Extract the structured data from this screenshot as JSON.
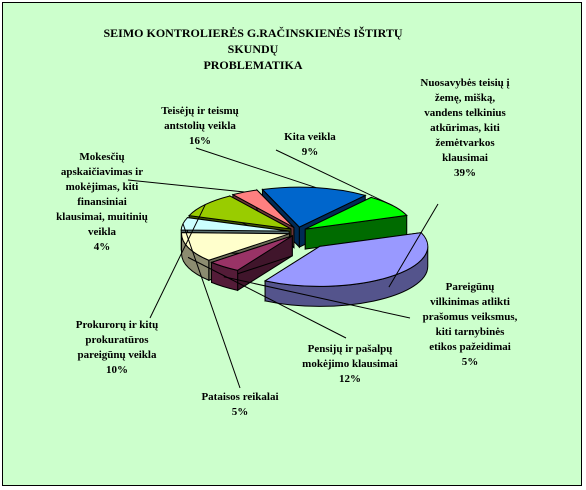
{
  "chart_data": {
    "type": "pie",
    "title_lines": [
      "SEIMO KONTROLIERĖS G.RAČINSKIENĖS IŠTIRTŲ SKUNDŲ",
      "PROBLEMATIKA"
    ],
    "slices": [
      {
        "label_lines": [
          "Nuosavybės teisių į",
          "žemę, mišką,",
          "vandens telkinius",
          "atkūrimas, kiti",
          "žemėtvarkos",
          "klausimai"
        ],
        "value": 39,
        "value_label": "39%",
        "color": "#9999ff",
        "exploded": true
      },
      {
        "label_lines": [
          "Pareigūnų",
          "vilkinimas atlikti",
          "prašomus veiksmus,",
          "kiti tarnybinės",
          "etikos pažeidimai"
        ],
        "value": 5,
        "value_label": "5%",
        "color": "#993366",
        "exploded": false
      },
      {
        "label_lines": [
          "Pensijų ir pašalpų",
          "mokėjimo klausimai"
        ],
        "value": 12,
        "value_label": "12%",
        "color": "#ffffcc",
        "exploded": false
      },
      {
        "label_lines": [
          "Pataisos reikalai"
        ],
        "value": 5,
        "value_label": "5%",
        "color": "#ccffff",
        "exploded": false
      },
      {
        "label_lines": [
          "Prokurorų ir kitų",
          "prokuratūros",
          "pareigūnų veikla"
        ],
        "value": 10,
        "value_label": "10%",
        "color": "#99cc00",
        "exploded": false
      },
      {
        "label_lines": [
          "Mokesčių",
          "apskaičiavimas ir",
          "mokėjimas, kiti",
          "finansiniai",
          "klausimai, muitinių",
          "veikla"
        ],
        "value": 4,
        "value_label": "4%",
        "color": "#ff8080",
        "exploded": false
      },
      {
        "label_lines": [
          "Teisėjų ir teismų",
          "antstolių veikla"
        ],
        "value": 16,
        "value_label": "16%",
        "color": "#0066cc",
        "exploded": false
      },
      {
        "label_lines": [
          "Kita veikla"
        ],
        "value": 9,
        "value_label": "9%",
        "color": "#00ff00",
        "exploded": false
      }
    ],
    "background": "#ccffcc",
    "legend": "none",
    "style": "3d-exploded-pie"
  }
}
